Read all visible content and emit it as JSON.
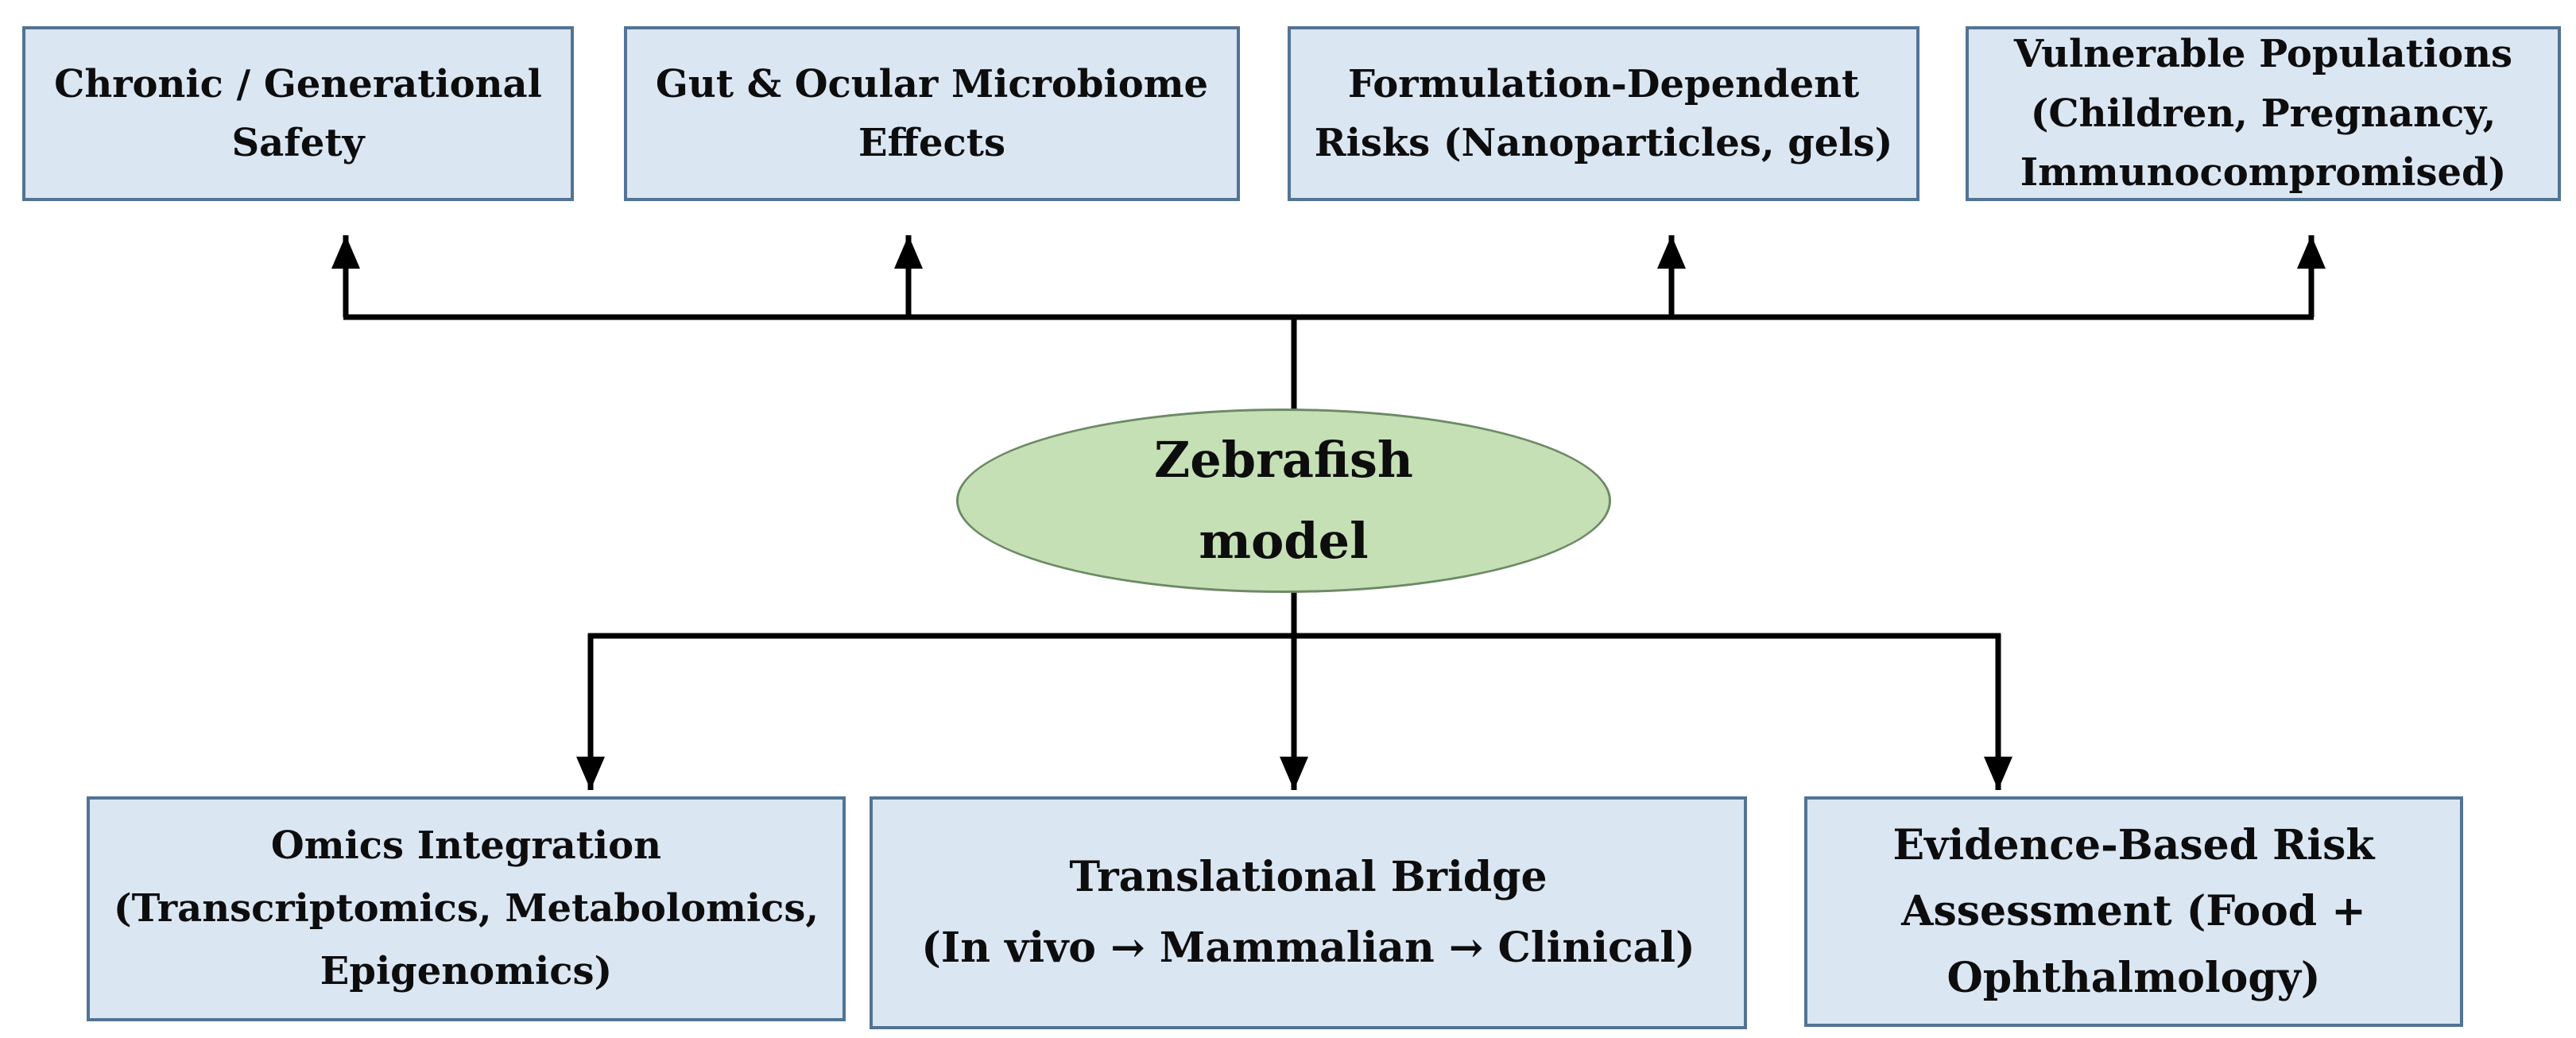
{
  "diagram": {
    "center_node": {
      "label": "Zebrafish\nmodel"
    },
    "top_nodes": [
      {
        "label": "Chronic / Generational\nSafety"
      },
      {
        "label": "Gut & Ocular Microbiome\nEffects"
      },
      {
        "label": "Formulation-Dependent\nRisks (Nanoparticles, gels)"
      },
      {
        "label": "Vulnerable Populations\n(Children, Pregnancy,\nImmunocompromised)"
      }
    ],
    "bottom_nodes": [
      {
        "label": "Omics Integration\n(Transcriptomics, Metabolomics,\nEpigenomics)"
      },
      {
        "label": "Translational Bridge\n(In vivo → Mammalian → Clinical)"
      },
      {
        "label": "Evidence-Based Risk\nAssessment (Food +\nOphthalmology)"
      }
    ],
    "colors": {
      "node_fill": "#dbe6f3",
      "node_border": "#527394",
      "center_fill": "#c6e0b6",
      "center_border": "#6d8a66",
      "connector": "#000000",
      "text": "#0d0d0d"
    }
  }
}
